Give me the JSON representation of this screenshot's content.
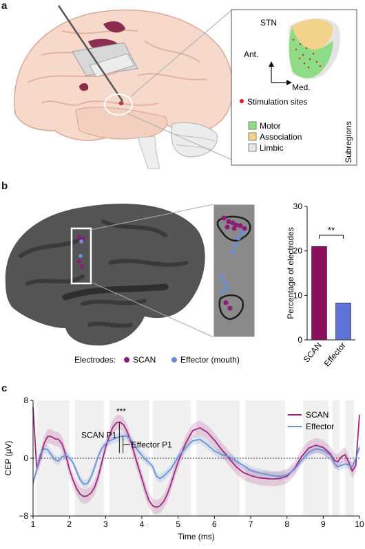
{
  "panel_a": {
    "letter": "a",
    "inset": {
      "title": "STN",
      "axis_ant": "Ant.",
      "axis_med": "Med.",
      "stim_label": "Stimulation sites",
      "subregions_title": "Subregions",
      "legend": [
        {
          "label": "Motor",
          "color": "#8fdc86"
        },
        {
          "label": "Association",
          "color": "#f2d389"
        },
        {
          "label": "Limbic",
          "color": "#e6e6e6"
        }
      ]
    },
    "colors": {
      "stim": "#e4161e"
    }
  },
  "panel_b": {
    "letter": "b",
    "legend_prefix": "Electrodes:",
    "legend_items": [
      {
        "label": "SCAN",
        "color": "#8c1c78"
      },
      {
        "label": "Effector (mouth)",
        "color": "#6b8fd6"
      }
    ]
  },
  "panel_c": {
    "letter": "c",
    "annot_sig": "***",
    "annot_scan": "SCAN P1",
    "annot_effector": "Effector P1"
  },
  "chart_data": [
    {
      "type": "bar",
      "categories": [
        "SCAN",
        "Effector"
      ],
      "values": [
        21,
        8.3
      ],
      "colors": [
        "#8c0f5e",
        "#5f73d6"
      ],
      "ylabel": "Percentage of electrodes",
      "ylim": [
        0,
        30
      ],
      "yticks": [
        0,
        10,
        20,
        30
      ],
      "significance": "**"
    },
    {
      "type": "line",
      "xlabel": "Time (ms)",
      "ylabel": "CEP (μV)",
      "xlim": [
        1,
        10
      ],
      "ylim": [
        -8,
        8
      ],
      "xticks": [
        1,
        2,
        3,
        4,
        5,
        6,
        7,
        8,
        9,
        10
      ],
      "yticks": [
        -8,
        0,
        8
      ],
      "legend_position": "top-right",
      "shaded_intervals": [
        [
          1.1,
          2.0
        ],
        [
          2.15,
          2.95
        ],
        [
          3.1,
          4.2
        ],
        [
          4.3,
          5.35
        ],
        [
          5.5,
          6.7
        ],
        [
          6.85,
          7.95
        ],
        [
          8.45,
          9.15
        ],
        [
          9.25,
          9.45
        ],
        [
          9.6,
          9.85
        ]
      ],
      "series": [
        {
          "name": "SCAN",
          "color": "#a0257e",
          "x": [
            1.0,
            1.05,
            1.1,
            1.2,
            1.3,
            1.4,
            1.5,
            1.6,
            1.7,
            1.8,
            1.9,
            2.0,
            2.1,
            2.2,
            2.3,
            2.4,
            2.5,
            2.6,
            2.7,
            2.8,
            2.9,
            3.0,
            3.1,
            3.2,
            3.3,
            3.4,
            3.5,
            3.6,
            3.7,
            3.8,
            3.9,
            4.0,
            4.1,
            4.2,
            4.3,
            4.4,
            4.5,
            4.6,
            4.7,
            4.8,
            4.9,
            5.0,
            5.2,
            5.4,
            5.6,
            5.8,
            6.0,
            6.2,
            6.4,
            6.6,
            6.8,
            7.0,
            7.2,
            7.4,
            7.6,
            7.8,
            8.0,
            8.2,
            8.4,
            8.6,
            8.8,
            9.0,
            9.2,
            9.3,
            9.4,
            9.5,
            9.6,
            9.7,
            9.8,
            9.9,
            10.0
          ],
          "y": [
            7.0,
            3.0,
            -1.5,
            0.0,
            2.0,
            3.0,
            3.0,
            2.7,
            2.6,
            2.0,
            0.5,
            -1.5,
            -3.0,
            -4.2,
            -5.0,
            -5.3,
            -5.2,
            -4.8,
            -4.0,
            -2.5,
            -0.5,
            1.5,
            3.0,
            4.3,
            4.9,
            5.0,
            4.6,
            3.6,
            2.2,
            0.5,
            -1.2,
            -2.8,
            -4.5,
            -5.9,
            -6.6,
            -6.8,
            -6.6,
            -6.0,
            -5.0,
            -3.6,
            -2.0,
            -0.5,
            2.0,
            3.8,
            4.2,
            3.6,
            2.5,
            1.2,
            0.0,
            -1.2,
            -2.0,
            -2.4,
            -2.7,
            -2.8,
            -2.9,
            -2.8,
            -2.5,
            -1.5,
            0.2,
            1.4,
            1.8,
            1.5,
            0.6,
            -0.3,
            -0.5,
            0.2,
            0.5,
            -0.5,
            -1.8,
            -1.0,
            6.0
          ]
        },
        {
          "name": "Effector",
          "color": "#6b8fd6",
          "x": [
            1.0,
            1.1,
            1.2,
            1.3,
            1.4,
            1.5,
            1.6,
            1.7,
            1.8,
            1.9,
            2.0,
            2.1,
            2.2,
            2.3,
            2.4,
            2.5,
            2.6,
            2.7,
            2.8,
            2.9,
            3.0,
            3.1,
            3.2,
            3.3,
            3.4,
            3.5,
            3.6,
            3.7,
            3.8,
            3.9,
            4.0,
            4.1,
            4.2,
            4.3,
            4.4,
            4.5,
            4.6,
            4.8,
            5.0,
            5.2,
            5.4,
            5.6,
            5.8,
            6.0,
            6.2,
            6.4,
            6.6,
            6.8,
            7.0,
            7.2,
            7.4,
            7.6,
            7.8,
            8.0,
            8.2,
            8.4,
            8.6,
            8.8,
            9.0,
            9.2,
            9.3,
            9.4,
            9.5,
            9.6,
            9.7,
            9.8,
            9.9,
            10.0
          ],
          "y": [
            -3.5,
            -1.5,
            0.5,
            1.3,
            1.2,
            0.5,
            -0.2,
            -0.4,
            0.2,
            0.4,
            0.1,
            -0.6,
            -1.8,
            -3.0,
            -3.6,
            -3.5,
            -2.6,
            -1.2,
            0.3,
            1.4,
            2.0,
            2.4,
            2.6,
            2.8,
            3.0,
            3.1,
            3.0,
            2.5,
            1.8,
            1.0,
            0.4,
            -0.2,
            -0.6,
            -1.2,
            -2.5,
            -2.8,
            -2.5,
            -1.5,
            0.2,
            1.4,
            2.4,
            2.6,
            1.9,
            1.0,
            0.5,
            0.2,
            -0.4,
            -1.0,
            -1.7,
            -2.0,
            -2.2,
            -2.4,
            -2.5,
            -2.3,
            -1.6,
            -0.3,
            0.8,
            1.3,
            1.1,
            0.4,
            -0.6,
            -1.2,
            -1.0,
            -0.8,
            -0.9,
            -1.2,
            0.0,
            1.5
          ]
        }
      ]
    }
  ]
}
